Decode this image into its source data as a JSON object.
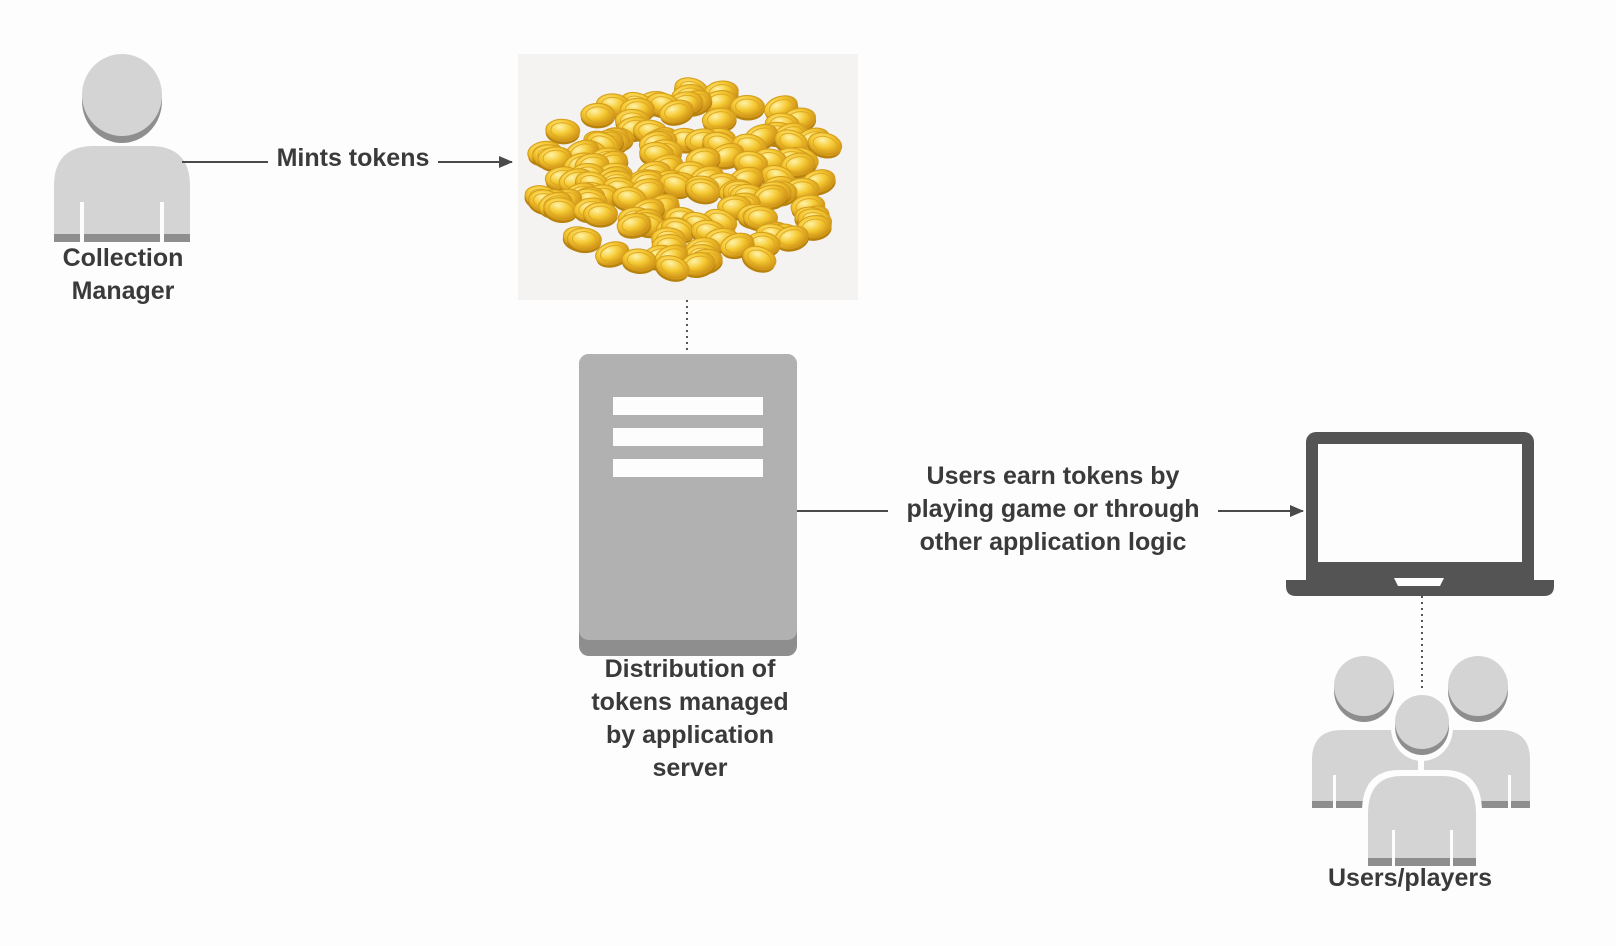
{
  "nodes": {
    "collection_manager": {
      "icon": "person-icon",
      "label_lines": [
        "Collection",
        "Manager"
      ]
    },
    "token_pile": {
      "icon": "gold-coins-icon"
    },
    "app_server": {
      "icon": "server-icon",
      "label_lines": [
        "Distribution of",
        "tokens managed",
        "by application",
        "server"
      ]
    },
    "laptop": {
      "icon": "laptop-icon"
    },
    "users_players": {
      "icon": "user-group-icon",
      "label": "Users/players"
    }
  },
  "edges": {
    "mint": {
      "label": "Mints tokens",
      "style": "solid-arrow"
    },
    "coins_to_server": {
      "style": "dotted"
    },
    "earn": {
      "label_lines": [
        "Users earn tokens by",
        "playing game or through",
        "other application logic"
      ],
      "style": "solid-arrow"
    },
    "laptop_to_users": {
      "style": "dotted"
    }
  },
  "colors": {
    "background": "#fdfdfd",
    "icon_light_gray": "#d4d4d4",
    "icon_shadow_gray": "#8e8e8e",
    "server_gray": "#b1b1b1",
    "laptop_dark_gray": "#545454",
    "line_gray": "#4a4a4a",
    "text": "#3a3a3a",
    "coin_gold": "#f2c230"
  }
}
